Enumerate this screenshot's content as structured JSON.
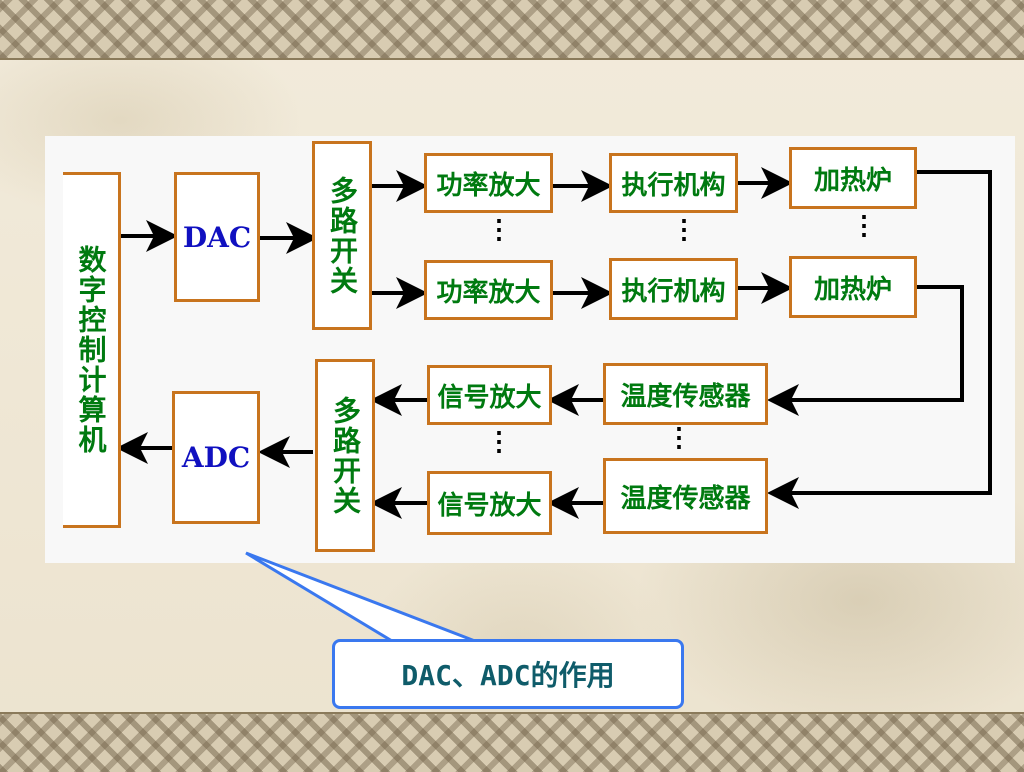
{
  "diagram": {
    "computer_label": "数字控制计算机",
    "dac_label": "DAC",
    "adc_label": "ADC",
    "mux_top_label": "多路开关",
    "mux_bottom_label": "多路开关",
    "power_amp_1": "功率放大",
    "power_amp_2": "功率放大",
    "actuator_1": "执行机构",
    "actuator_2": "执行机构",
    "furnace_1": "加热炉",
    "furnace_2": "加热炉",
    "signal_amp_1": "信号放大",
    "signal_amp_2": "信号放大",
    "temp_sensor_1": "温度传感器",
    "temp_sensor_2": "温度传感器",
    "ellipsis": "⋮"
  },
  "callout": {
    "text": "DAC、ADC的作用"
  },
  "colors": {
    "box_border": "#c8741e",
    "label_green": "#007a10",
    "label_blue": "#1010c0",
    "callout_border": "#3a78ef",
    "callout_text": "#0f5c6a"
  }
}
